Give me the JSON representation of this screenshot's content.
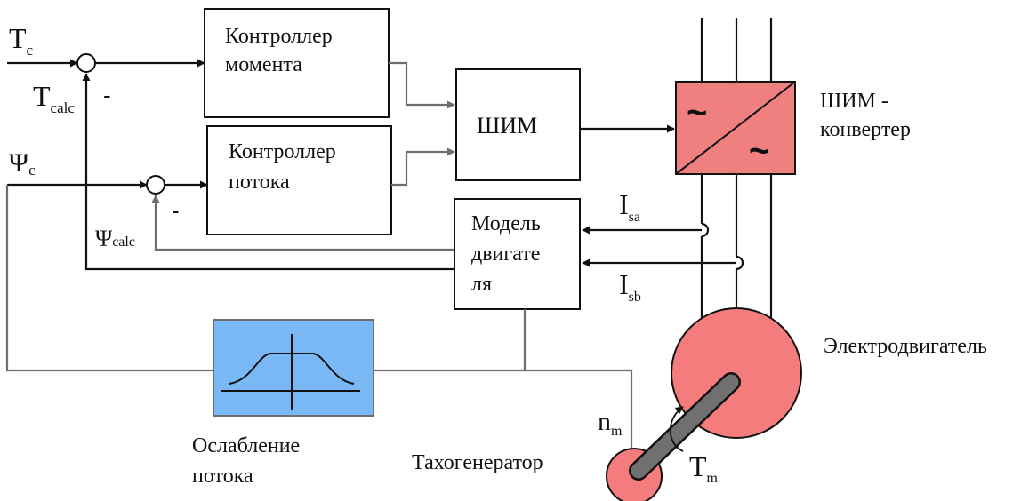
{
  "colors": {
    "converter_fill": "#f08080",
    "motor_fill": "#f47c7c",
    "flux_weakening_fill": "#7ab8f5",
    "shaft_fill": "#707070",
    "wire": "#111111",
    "feedback_wire": "#6e6e6e"
  },
  "blocks": {
    "torque_controller": [
      "Контроллер",
      "момента"
    ],
    "flux_controller": [
      "Контроллер",
      "потока"
    ],
    "pwm": "ШИМ",
    "motor_model": [
      "Модель",
      "двигате",
      "ля"
    ]
  },
  "labels": {
    "torque_ref": {
      "main": "T",
      "sub": "c"
    },
    "torque_calc": {
      "main": "T",
      "sub": "calc"
    },
    "flux_ref": {
      "main": "Ψ",
      "sub": "c"
    },
    "flux_calc": {
      "main": "Ψ",
      "sub": "calc"
    },
    "current_a": {
      "main": "I",
      "sub": "sa"
    },
    "current_b": {
      "main": "I",
      "sub": "sb"
    },
    "speed": {
      "main": "n",
      "sub": "m"
    },
    "motor_torque": {
      "main": "T",
      "sub": "m"
    },
    "minus": "-",
    "converter": [
      "ШИМ -",
      "конвертер"
    ],
    "motor": "Электродвигатель",
    "tachogenerator": "Тахогенератор",
    "flux_weakening": [
      "Ослабление",
      "потока"
    ],
    "tilde": "~"
  }
}
